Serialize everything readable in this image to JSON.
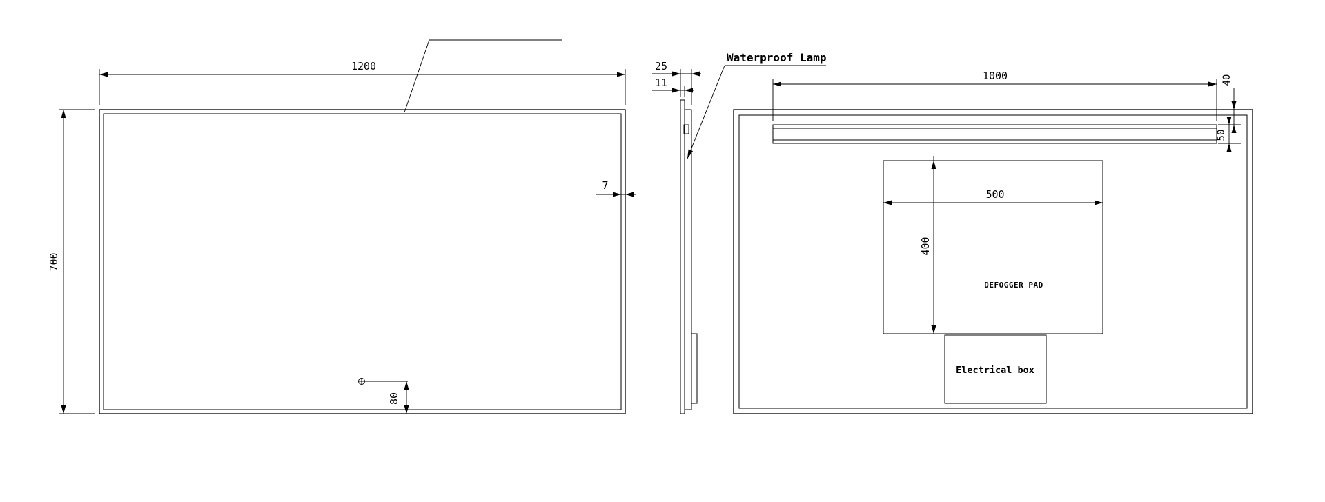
{
  "front": {
    "dim_width": "1200",
    "dim_height": "700",
    "dim_frame": "7",
    "dim_sensor_offset": "80"
  },
  "side": {
    "dim_total_thickness": "25",
    "dim_glass_thickness": "11",
    "lamp_label": "Waterproof Lamp"
  },
  "back": {
    "dim_lamp_width": "1000",
    "dim_lamp_top_offset": "40",
    "dim_lamp_height": "50",
    "dim_defogger_width": "500",
    "dim_defogger_height": "400",
    "defogger_label": "DEFOGGER PAD",
    "electrical_box_label": "Electrical box"
  },
  "colors": {
    "line": "#000000",
    "background": "#ffffff"
  }
}
